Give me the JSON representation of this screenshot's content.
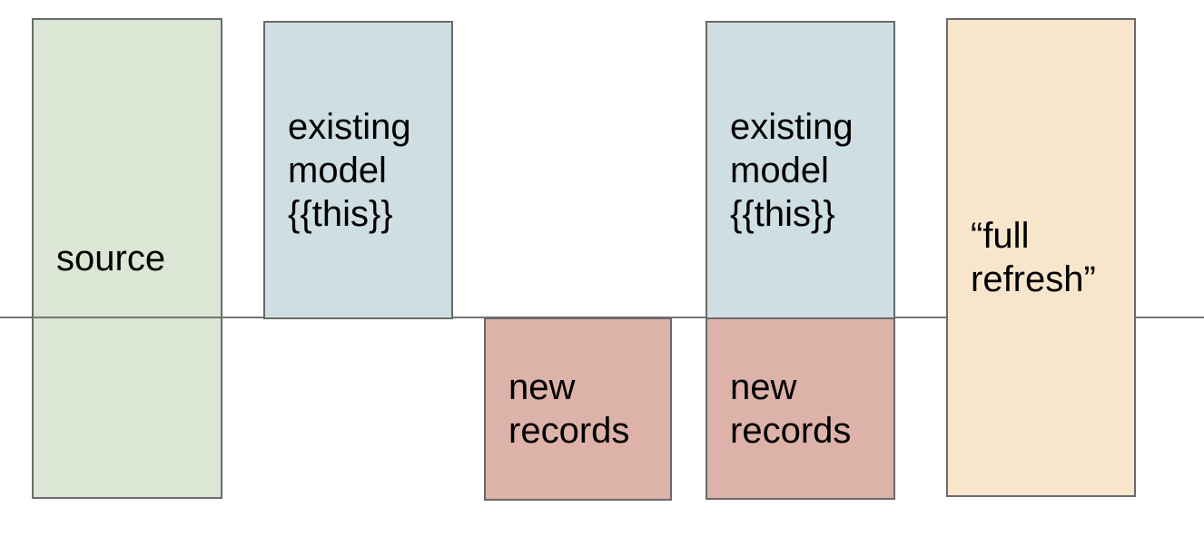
{
  "diagram": {
    "background": "#ffffff",
    "divider": {
      "color": "#757575"
    },
    "colors": {
      "source_fill": "#dbe7d4",
      "existing_model_fill": "#cfdee3",
      "new_records_fill": "#ddb2a9",
      "full_refresh_fill": "#f8e6cc",
      "border": "#6a6a6a",
      "text": "#000000"
    },
    "boxes": {
      "source": {
        "label": "source"
      },
      "existing_model_1": {
        "label": "existing\nmodel\n{{this}}"
      },
      "new_records_1": {
        "label": "new\nrecords"
      },
      "existing_model_2": {
        "label": "existing\nmodel\n{{this}}"
      },
      "new_records_2": {
        "label": "new\nrecords"
      },
      "full_refresh": {
        "label": "“full\nrefresh”"
      }
    }
  }
}
